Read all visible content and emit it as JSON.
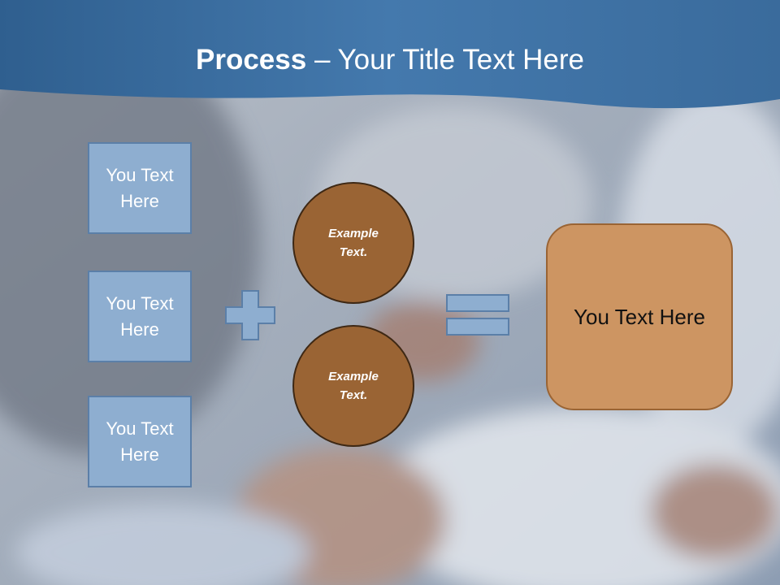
{
  "title": {
    "strong": "Process",
    "rest": " – Your Title Text Here"
  },
  "input_boxes": [
    {
      "label": "You Text Here"
    },
    {
      "label": "You Text Here"
    },
    {
      "label": "You Text Here"
    }
  ],
  "circles": [
    {
      "label": "Example Text."
    },
    {
      "label": "Example Text."
    }
  ],
  "result": {
    "label": "You Text Here"
  },
  "icons": {
    "plus": "plus-icon",
    "equals": "equals-icon"
  },
  "colors": {
    "header_blue": "#3d6e9f",
    "box_blue": "#8eaed0",
    "box_border": "#5b7fa8",
    "circle_brown": "#9a6434",
    "result_tan": "#cd9562"
  }
}
